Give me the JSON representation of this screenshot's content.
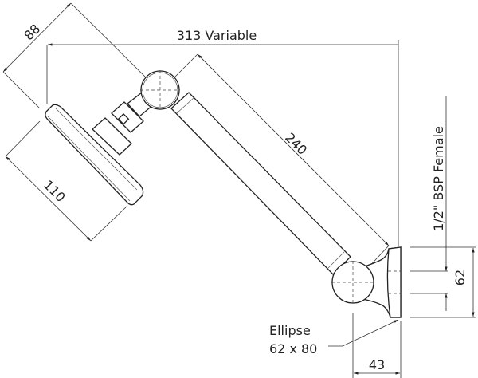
{
  "dimensions": {
    "overall_width": "313 Variable",
    "head_depth": "88",
    "head_diameter": "110",
    "arm_length": "240",
    "connection": "1/2\" BSP Female",
    "flange_height": "62",
    "flange_projection": "43"
  },
  "notes": {
    "ellipse_line1": "Ellipse",
    "ellipse_line2": "62 x 80"
  }
}
